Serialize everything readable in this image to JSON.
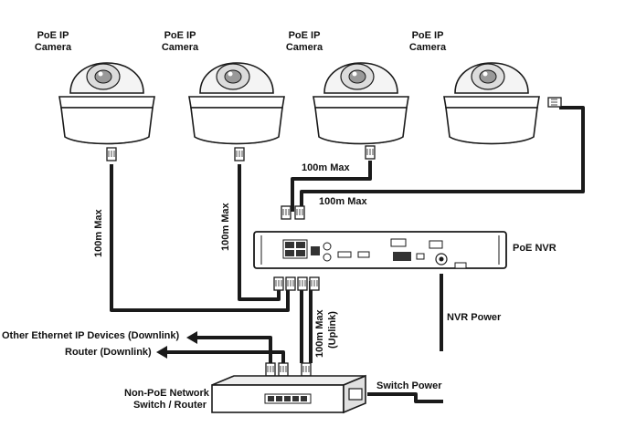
{
  "cameras": [
    {
      "line1": "PoE IP",
      "line2": "Camera"
    },
    {
      "line1": "PoE IP",
      "line2": "Camera"
    },
    {
      "line1": "PoE IP",
      "line2": "Camera"
    },
    {
      "line1": "PoE IP",
      "line2": "Camera"
    }
  ],
  "cable_labels": {
    "left1": "100m Max",
    "left2": "100m Max",
    "cam3": "100m Max",
    "cam4": "100m Max",
    "uplink_line1": "100m Max",
    "uplink_line2": "(Uplink)"
  },
  "devices": {
    "nvr": "PoE NVR",
    "nvr_power": "NVR Power",
    "switch_line1": "Non-PoE Network",
    "switch_line2": "Switch / Router",
    "switch_power": "Switch Power"
  },
  "downlinks": {
    "other_devices": "Other Ethernet IP Devices (Downlink)",
    "router": "Router (Downlink)"
  },
  "colors": {
    "line": "#1a1a1a",
    "fill": "#ffffff",
    "shade": "#e6e6e6"
  }
}
